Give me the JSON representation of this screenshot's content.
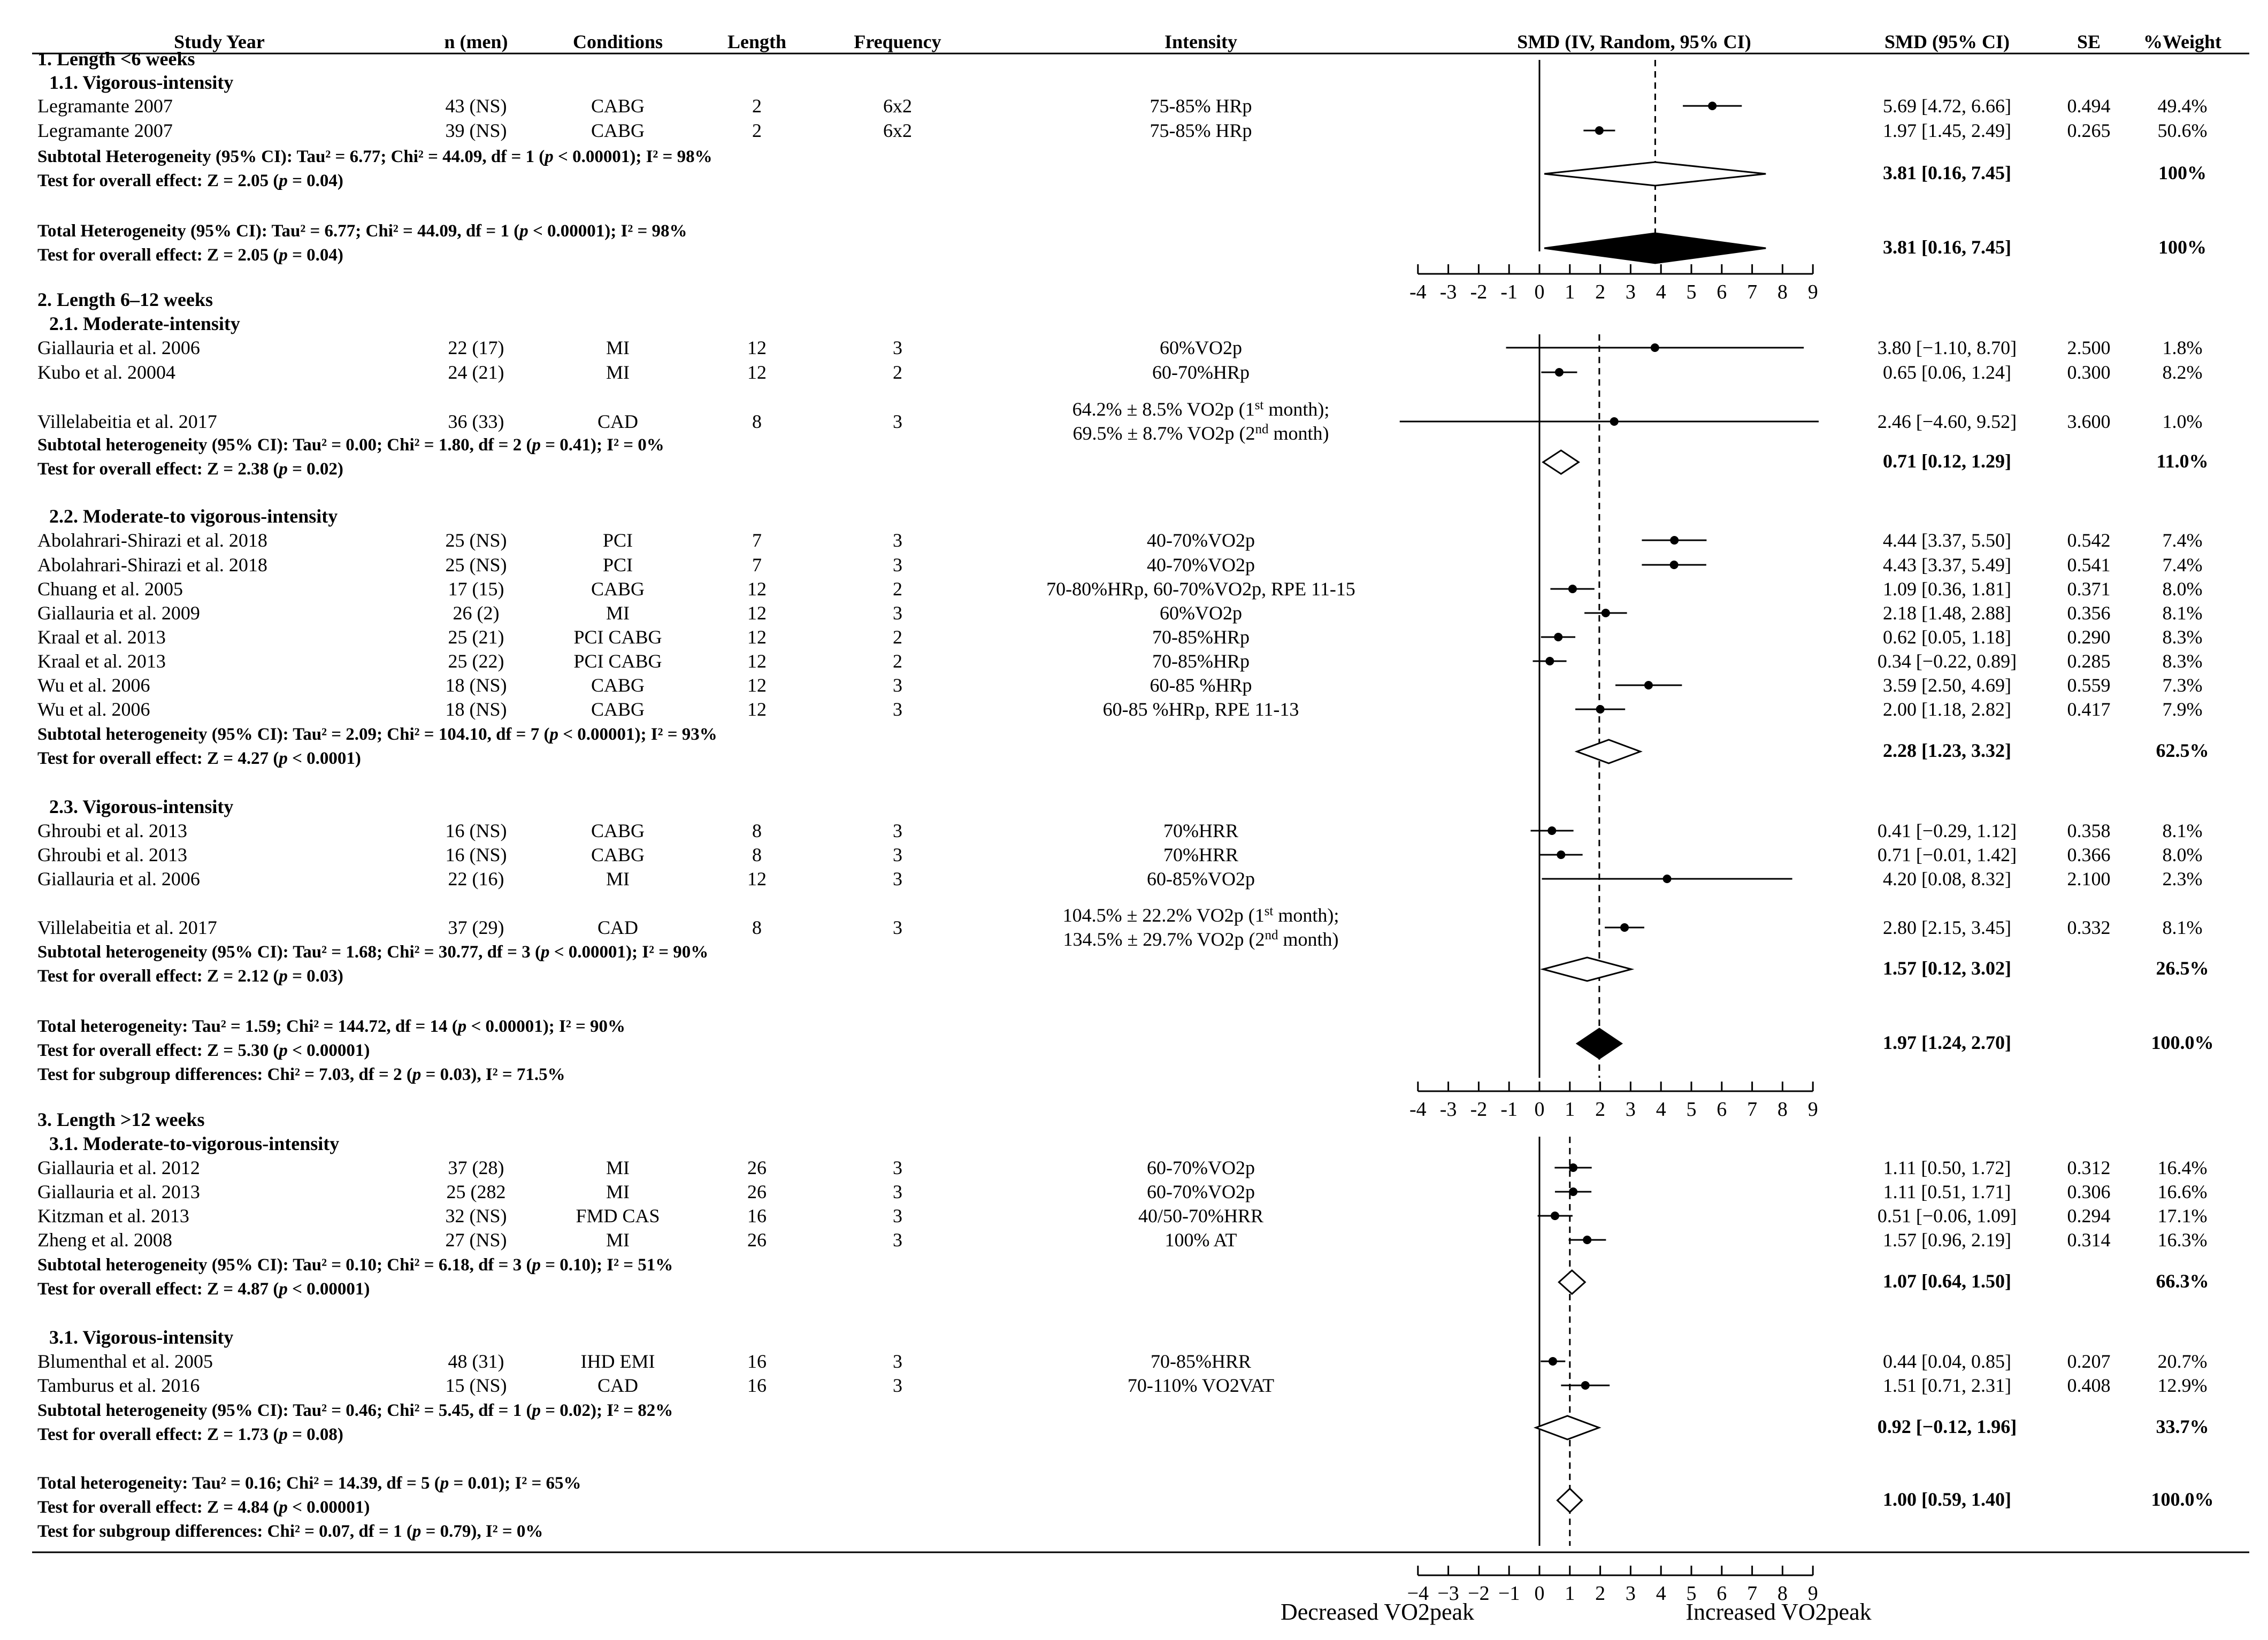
{
  "headers": {
    "study": "Study Year",
    "n": "n (men)",
    "conditions": "Conditions",
    "length": "Length",
    "frequency": "Frequency",
    "intensity": "Intensity",
    "plot": "SMD (IV, Random, 95% CI)",
    "smd": "SMD (95% CI)",
    "se": "SE",
    "weight": "%Weight"
  },
  "axis_label_left": "Decreased VO2peak",
  "axis_label_right": "Increased VO2peak",
  "chart_data": {
    "type": "forest",
    "xlim": [
      -4,
      9
    ],
    "ticks": [
      -4,
      -3,
      -2,
      -1,
      0,
      1,
      2,
      3,
      4,
      5,
      6,
      7,
      8,
      9
    ],
    "sections": [
      {
        "title": "1. Length <6 weeks",
        "subgroups": [
          {
            "title": "1.1. Vigorous-intensity",
            "studies": [
              {
                "study": "Legramante 2007",
                "n": "43 (NS)",
                "cond": "CABG",
                "len": "2",
                "freq": "6x2",
                "intensity": [
                  "75-85% HRp"
                ],
                "smd": 5.69,
                "lo": 4.72,
                "hi": 6.66,
                "ci": "5.69 [4.72, 6.66]",
                "se": "0.494",
                "w": "49.4%"
              },
              {
                "study": "Legramante 2007",
                "n": "39 (NS)",
                "cond": "CABG",
                "len": "2",
                "freq": "6x2",
                "intensity": [
                  "75-85% HRp"
                ],
                "smd": 1.97,
                "lo": 1.45,
                "hi": 2.49,
                "ci": "1.97 [1.45, 2.49]",
                "se": "0.265",
                "w": "50.6%"
              }
            ],
            "subtotal": {
              "lines": [
                "Subtotal Heterogeneity (95% CI): Tau² = 6.77; Chi² = 44.09, df = 1 (p < 0.00001); I² = 98%",
                "Test for overall effect: Z = 2.05 (p = 0.04)"
              ],
              "smd": 3.81,
              "lo": 0.16,
              "hi": 7.45,
              "ci": "3.81 [0.16, 7.45]",
              "w": "100%"
            }
          }
        ],
        "total": {
          "lines": [
            "Total Heterogeneity (95% CI): Tau² = 6.77; Chi² = 44.09, df = 1 (p < 0.00001); I² = 98%",
            "Test for overall effect: Z = 2.05 (p = 0.04)"
          ],
          "smd": 3.81,
          "lo": 0.16,
          "hi": 7.45,
          "ci": "3.81 [0.16, 7.45]",
          "w": "100%"
        }
      },
      {
        "title": "2. Length 6–12 weeks",
        "subgroups": [
          {
            "title": "2.1. Moderate-intensity",
            "studies": [
              {
                "study": "Giallauria et al. 2006",
                "n": "22 (17)",
                "cond": "MI",
                "len": "12",
                "freq": "3",
                "intensity": [
                  "60%VO2p"
                ],
                "smd": 3.8,
                "lo": -1.1,
                "hi": 8.7,
                "ci": "3.80 [−1.10, 8.70]",
                "se": "2.500",
                "w": "1.8%"
              },
              {
                "study": "Kubo et al. 20004",
                "n": "24 (21)",
                "cond": "MI",
                "len": "12",
                "freq": "2",
                "intensity": [
                  "60-70%HRp"
                ],
                "smd": 0.65,
                "lo": 0.06,
                "hi": 1.24,
                "ci": "0.65 [0.06, 1.24]",
                "se": "0.300",
                "w": "8.2%"
              },
              {
                "study": "Villelabeitia et al. 2017",
                "n": "36 (33)",
                "cond": "CAD",
                "len": "8",
                "freq": "3",
                "intensity": [
                  "64.2% ± 8.5% VO2p (1st month);",
                  "69.5% ± 8.7% VO2p (2nd month)"
                ],
                "smd": 2.46,
                "lo": -4.6,
                "hi": 9.52,
                "ci": "2.46 [−4.60, 9.52]",
                "se": "3.600",
                "w": "1.0%"
              }
            ],
            "subtotal": {
              "lines": [
                "Subtotal heterogeneity (95% CI): Tau² = 0.00; Chi² = 1.80, df = 2 (p = 0.41); I² = 0%",
                "Test for overall effect: Z = 2.38 (p = 0.02)"
              ],
              "smd": 0.71,
              "lo": 0.12,
              "hi": 1.29,
              "ci": "0.71 [0.12, 1.29]",
              "w": "11.0%"
            }
          },
          {
            "title": "2.2. Moderate-to vigorous-intensity",
            "studies": [
              {
                "study": "Abolahrari-Shirazi et al. 2018",
                "n": "25 (NS)",
                "cond": "PCI",
                "len": "7",
                "freq": "3",
                "intensity": [
                  "40-70%VO2p"
                ],
                "smd": 4.44,
                "lo": 3.37,
                "hi": 5.5,
                "ci": "4.44 [3.37, 5.50]",
                "se": "0.542",
                "w": "7.4%"
              },
              {
                "study": "Abolahrari-Shirazi et al. 2018",
                "n": "25 (NS)",
                "cond": "PCI",
                "len": "7",
                "freq": "3",
                "intensity": [
                  "40-70%VO2p"
                ],
                "smd": 4.43,
                "lo": 3.37,
                "hi": 5.49,
                "ci": "4.43 [3.37, 5.49]",
                "se": "0.541",
                "w": "7.4%"
              },
              {
                "study": "Chuang et al. 2005",
                "n": "17 (15)",
                "cond": "CABG",
                "len": "12",
                "freq": "2",
                "intensity": [
                  "70-80%HRp, 60-70%VO2p, RPE 11-15"
                ],
                "smd": 1.09,
                "lo": 0.36,
                "hi": 1.81,
                "ci": "1.09 [0.36, 1.81]",
                "se": "0.371",
                "w": "8.0%"
              },
              {
                "study": "Giallauria et al. 2009",
                "n": "26 (2)",
                "cond": "MI",
                "len": "12",
                "freq": "3",
                "intensity": [
                  "60%VO2p"
                ],
                "smd": 2.18,
                "lo": 1.48,
                "hi": 2.88,
                "ci": "2.18 [1.48, 2.88]",
                "se": "0.356",
                "w": "8.1%"
              },
              {
                "study": "Kraal et al. 2013",
                "n": "25 (21)",
                "cond": "PCI CABG",
                "len": "12",
                "freq": "2",
                "intensity": [
                  "70-85%HRp"
                ],
                "smd": 0.62,
                "lo": 0.05,
                "hi": 1.18,
                "ci": "0.62 [0.05, 1.18]",
                "se": "0.290",
                "w": "8.3%"
              },
              {
                "study": "Kraal et al. 2013",
                "n": "25 (22)",
                "cond": "PCI CABG",
                "len": "12",
                "freq": "2",
                "intensity": [
                  "70-85%HRp"
                ],
                "smd": 0.34,
                "lo": -0.22,
                "hi": 0.89,
                "ci": "0.34 [−0.22, 0.89]",
                "se": "0.285",
                "w": "8.3%"
              },
              {
                "study": "Wu et al. 2006",
                "n": "18 (NS)",
                "cond": "CABG",
                "len": "12",
                "freq": "3",
                "intensity": [
                  "60-85 %HRp"
                ],
                "smd": 3.59,
                "lo": 2.5,
                "hi": 4.69,
                "ci": "3.59 [2.50, 4.69]",
                "se": "0.559",
                "w": "7.3%"
              },
              {
                "study": "Wu et al. 2006",
                "n": "18 (NS)",
                "cond": "CABG",
                "len": "12",
                "freq": "3",
                "intensity": [
                  "60-85 %HRp, RPE 11-13"
                ],
                "smd": 2.0,
                "lo": 1.18,
                "hi": 2.82,
                "ci": "2.00 [1.18, 2.82]",
                "se": "0.417",
                "w": "7.9%"
              }
            ],
            "subtotal": {
              "lines": [
                "Subtotal heterogeneity (95% CI): Tau² = 2.09; Chi² = 104.10, df = 7 (p < 0.00001); I² = 93%",
                "Test for overall effect: Z = 4.27 (p < 0.0001)"
              ],
              "smd": 2.28,
              "lo": 1.23,
              "hi": 3.32,
              "ci": "2.28 [1.23, 3.32]",
              "w": "62.5%"
            }
          },
          {
            "title": "2.3. Vigorous-intensity",
            "studies": [
              {
                "study": "Ghroubi et al. 2013",
                "n": "16 (NS)",
                "cond": "CABG",
                "len": "8",
                "freq": "3",
                "intensity": [
                  "70%HRR"
                ],
                "smd": 0.41,
                "lo": -0.29,
                "hi": 1.12,
                "ci": "0.41 [−0.29, 1.12]",
                "se": "0.358",
                "w": "8.1%"
              },
              {
                "study": "Ghroubi et al. 2013",
                "n": "16 (NS)",
                "cond": "CABG",
                "len": "8",
                "freq": "3",
                "intensity": [
                  "70%HRR"
                ],
                "smd": 0.71,
                "lo": -0.01,
                "hi": 1.42,
                "ci": "0.71 [−0.01, 1.42]",
                "se": "0.366",
                "w": "8.0%"
              },
              {
                "study": "Giallauria et al. 2006",
                "n": "22 (16)",
                "cond": "MI",
                "len": "12",
                "freq": "3",
                "intensity": [
                  "60-85%VO2p"
                ],
                "smd": 4.2,
                "lo": 0.08,
                "hi": 8.32,
                "ci": "4.20 [0.08, 8.32]",
                "se": "2.100",
                "w": "2.3%"
              },
              {
                "study": "Villelabeitia et al. 2017",
                "n": "37 (29)",
                "cond": "CAD",
                "len": "8",
                "freq": "3",
                "intensity": [
                  "104.5% ± 22.2% VO2p (1st month);",
                  "134.5% ± 29.7% VO2p (2nd month)"
                ],
                "smd": 2.8,
                "lo": 2.15,
                "hi": 3.45,
                "ci": "2.80 [2.15, 3.45]",
                "se": "0.332",
                "w": "8.1%"
              }
            ],
            "subtotal": {
              "lines": [
                "Subtotal heterogeneity (95% CI): Tau² = 1.68; Chi² = 30.77, df = 3 (p < 0.00001); I² = 90%",
                "Test for overall effect: Z = 2.12 (p = 0.03)"
              ],
              "smd": 1.57,
              "lo": 0.12,
              "hi": 3.02,
              "ci": "1.57 [0.12, 3.02]",
              "w": "26.5%"
            }
          }
        ],
        "total": {
          "lines": [
            "Total heterogeneity: Tau² = 1.59; Chi² = 144.72, df = 14 (p < 0.00001); I² = 90%",
            "Test for overall effect: Z = 5.30 (p < 0.00001)",
            "Test for subgroup differences: Chi² = 7.03, df = 2 (p = 0.03), I² = 71.5%"
          ],
          "smd": 1.97,
          "lo": 1.24,
          "hi": 2.7,
          "ci": "1.97 [1.24, 2.70]",
          "w": "100.0%"
        }
      },
      {
        "title": "3. Length >12 weeks",
        "subgroups": [
          {
            "title": "3.1. Moderate-to-vigorous-intensity",
            "studies": [
              {
                "study": "Giallauria et al. 2012",
                "n": "37 (28)",
                "cond": "MI",
                "len": "26",
                "freq": "3",
                "intensity": [
                  "60-70%VO2p"
                ],
                "smd": 1.11,
                "lo": 0.5,
                "hi": 1.72,
                "ci": "1.11 [0.50, 1.72]",
                "se": "0.312",
                "w": "16.4%"
              },
              {
                "study": "Giallauria et al. 2013",
                "n": "25 (282",
                "cond": "MI",
                "len": "26",
                "freq": "3",
                "intensity": [
                  "60-70%VO2p"
                ],
                "smd": 1.11,
                "lo": 0.51,
                "hi": 1.71,
                "ci": "1.11 [0.51, 1.71]",
                "se": "0.306",
                "w": "16.6%"
              },
              {
                "study": "Kitzman et al. 2013",
                "n": "32 (NS)",
                "cond": "FMD CAS",
                "len": "16",
                "freq": "3",
                "intensity": [
                  "40/50-70%HRR"
                ],
                "smd": 0.51,
                "lo": -0.06,
                "hi": 1.09,
                "ci": "0.51 [−0.06, 1.09]",
                "se": "0.294",
                "w": "17.1%"
              },
              {
                "study": "Zheng et al. 2008",
                "n": "27 (NS)",
                "cond": "MI",
                "len": "26",
                "freq": "3",
                "intensity": [
                  "100% AT"
                ],
                "smd": 1.57,
                "lo": 0.96,
                "hi": 2.19,
                "ci": "1.57 [0.96, 2.19]",
                "se": "0.314",
                "w": "16.3%"
              }
            ],
            "subtotal": {
              "lines": [
                "Subtotal heterogeneity (95% CI): Tau² = 0.10; Chi² = 6.18, df = 3 (p = 0.10); I² = 51%",
                "Test for overall effect: Z = 4.87 (p < 0.00001)"
              ],
              "smd": 1.07,
              "lo": 0.64,
              "hi": 1.5,
              "ci": "1.07 [0.64, 1.50]",
              "w": "66.3%"
            }
          },
          {
            "title": "3.1. Vigorous-intensity",
            "studies": [
              {
                "study": "Blumenthal et al. 2005",
                "n": "48 (31)",
                "cond": "IHD EMI",
                "len": "16",
                "freq": "3",
                "intensity": [
                  "70-85%HRR"
                ],
                "smd": 0.44,
                "lo": 0.04,
                "hi": 0.85,
                "ci": "0.44 [0.04, 0.85]",
                "se": "0.207",
                "w": "20.7%"
              },
              {
                "study": "Tamburus et al. 2016",
                "n": "15 (NS)",
                "cond": "CAD",
                "len": "16",
                "freq": "3",
                "intensity": [
                  "70-110% VO2VAT"
                ],
                "smd": 1.51,
                "lo": 0.71,
                "hi": 2.31,
                "ci": "1.51 [0.71, 2.31]",
                "se": "0.408",
                "w": "12.9%"
              }
            ],
            "subtotal": {
              "lines": [
                "Subtotal heterogeneity (95% CI): Tau² = 0.46; Chi² = 5.45, df = 1 (p = 0.02); I² = 82%",
                "Test for overall effect: Z = 1.73 (p = 0.08)"
              ],
              "smd": 0.92,
              "lo": -0.12,
              "hi": 1.96,
              "ci": "0.92 [−0.12, 1.96]",
              "w": "33.7%"
            }
          }
        ],
        "total": {
          "lines": [
            "Total heterogeneity: Tau² = 0.16; Chi² = 14.39, df = 5 (p = 0.01); I² = 65%",
            "Test for overall effect: Z = 4.84 (p < 0.00001)",
            "Test for subgroup differences: Chi² = 0.07, df = 1 (p = 0.79), I² = 0%"
          ],
          "smd": 1.0,
          "lo": 0.59,
          "hi": 1.4,
          "ci": "1.00 [0.59, 1.40]",
          "w": "100.0%"
        }
      }
    ]
  }
}
